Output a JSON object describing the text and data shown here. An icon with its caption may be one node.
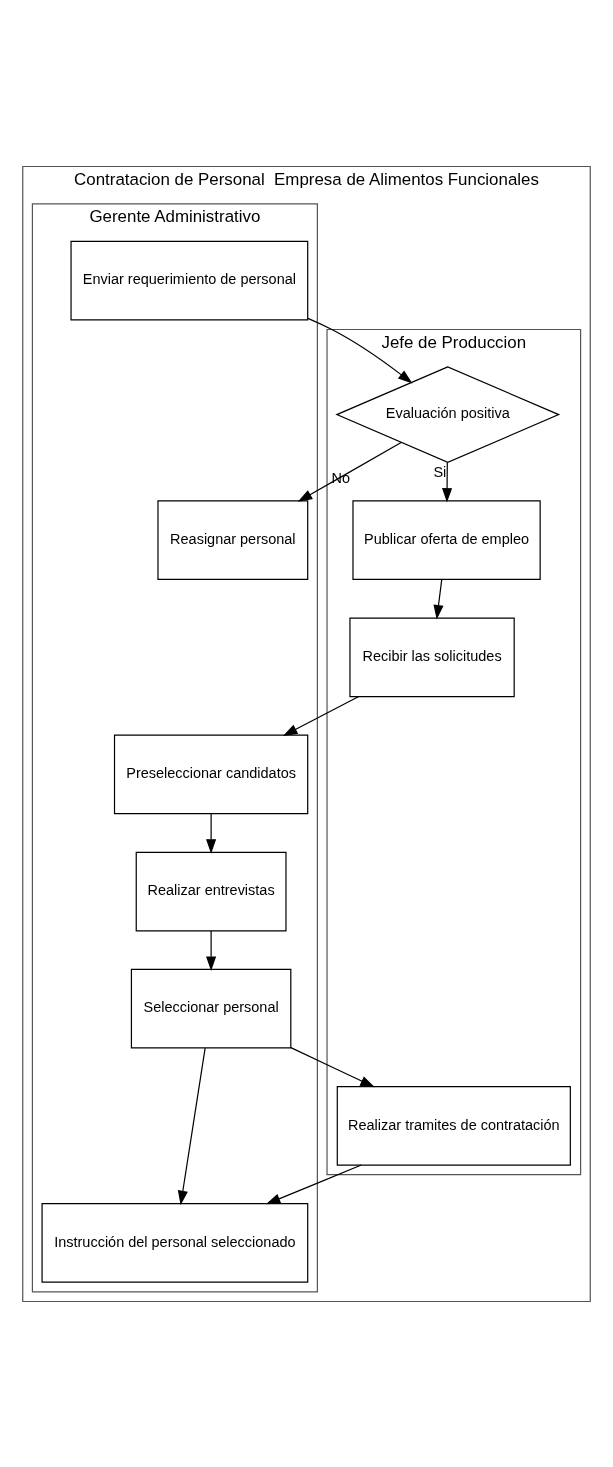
{
  "diagram": {
    "nodes": [
      {
        "text": [
          "Contratacion de Personal  Empresa de Alimentos Funcionales"
        ]
      },
      {
        "text": [
          "Gerente Administrativo"
        ],
        "in": 0
      },
      {
        "text": [
          "Jefe de Produccion"
        ],
        "in": 0
      },
      {
        "text": [
          "Enviar requerimiento de personal"
        ],
        "in": 1
      },
      {
        "text": [
          "Evaluación positiva"
        ],
        "in": 2
      },
      {
        "text": [
          "Reasignar personal"
        ],
        "in": 1
      },
      {
        "text": [
          "Publicar oferta de empleo"
        ],
        "in": 2
      },
      {
        "text": [
          "Recibir las solicitudes"
        ],
        "in": 2
      },
      {
        "text": [
          "Preseleccionar candidatos"
        ],
        "in": 1
      },
      {
        "text": [
          "Realizar entrevistas"
        ],
        "in": 1
      },
      {
        "text": [
          "Seleccionar personal"
        ],
        "in": 1
      },
      {
        "text": [
          "Realizar tramites de contratación"
        ],
        "in": 2
      },
      {
        "text": [
          "Instrucción del personal seleccionado"
        ],
        "in": 1
      }
    ],
    "edges": [
      {
        "from": 3,
        "to": 4,
        "arrow": "to"
      },
      {
        "from": 4,
        "to": 5,
        "arrow": "to",
        "label": "No"
      },
      {
        "from": 4,
        "to": 6,
        "arrow": "to",
        "label": "Si"
      },
      {
        "from": 6,
        "to": 7,
        "arrow": "to"
      },
      {
        "from": 7,
        "to": 8,
        "arrow": "to"
      },
      {
        "from": 8,
        "to": 9,
        "arrow": "to"
      },
      {
        "from": 9,
        "to": 10,
        "arrow": "to"
      },
      {
        "from": 10,
        "to": 12,
        "arrow": "to"
      },
      {
        "from": 10,
        "to": 11,
        "arrow": "to"
      },
      {
        "from": 11,
        "to": 12,
        "arrow": "to"
      }
    ]
  }
}
